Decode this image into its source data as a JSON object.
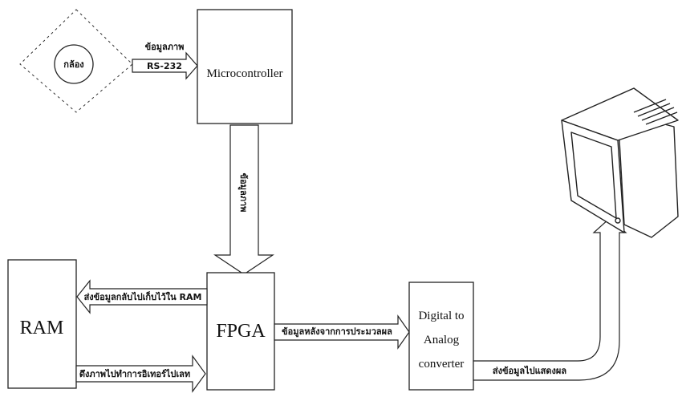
{
  "diagram": {
    "camera_label": "กล้อง",
    "camera_to_mcu": {
      "top_label": "ข้อมูลภาพ",
      "protocol": "RS-232"
    },
    "microcontroller": "Microcontroller",
    "mcu_to_fpga_label": "ข้อมูลภาพ",
    "ram": "RAM",
    "fpga": "FPGA",
    "fpga_to_ram_label": "ส่งข้อมูลกลับไปเก็บไว้ใน RAM",
    "ram_to_fpga_label": "ดึงภาพไปทำการอิเทอร์ไปเลท",
    "fpga_to_dac_label": "ข้อมูลหลังจากการประมวลผล",
    "dac": {
      "line1": "Digital to",
      "line2": "Analog",
      "line3": "converter"
    },
    "dac_to_monitor_label": "ส่งข้อมูลไปแสดงผล"
  }
}
